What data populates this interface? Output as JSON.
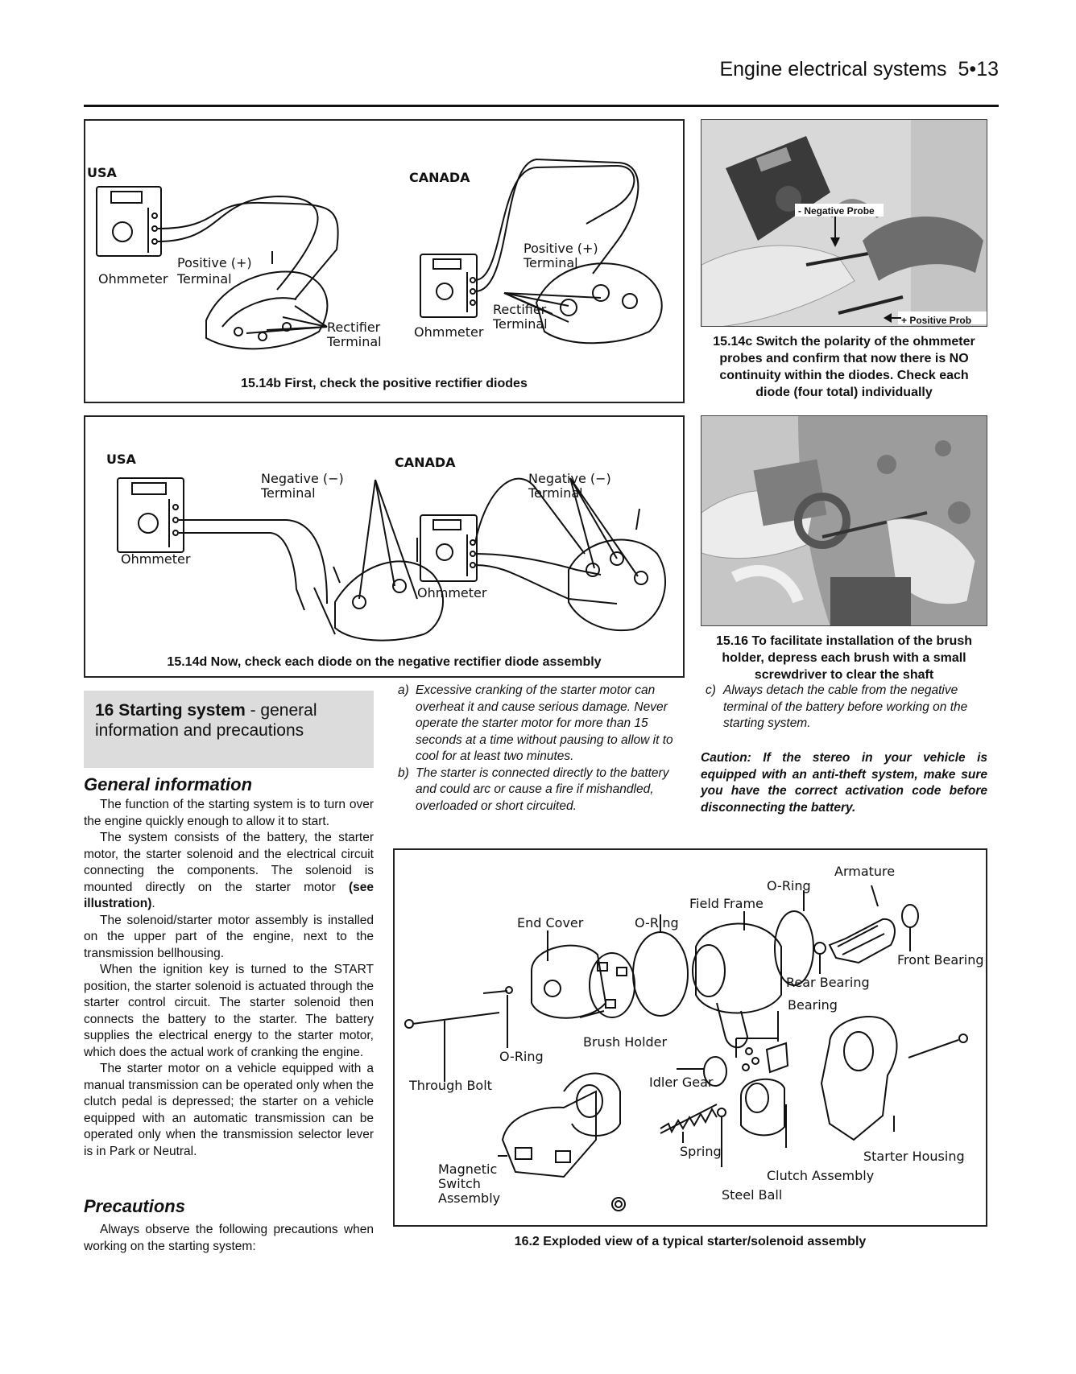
{
  "header": {
    "title": "Engine electrical systems",
    "page": "5•13"
  },
  "fig_15_14b": {
    "caption": "15.14b First, check the positive rectifier diodes",
    "usa": "USA",
    "canada": "CANADA",
    "ohmmeter": "Ohmmeter",
    "positive_1": "Positive (+)",
    "terminal": "Terminal",
    "rectifier": "Rectifier",
    "positive_2": "Positive (+)"
  },
  "fig_15_14c": {
    "caption": "15.14c Switch the polarity of the ohmmeter probes and confirm that now there is NO continuity within the diodes. Check each diode (four total) individually",
    "neg_probe": "- Negative Probe",
    "pos_probe": "+ Positive Prob"
  },
  "fig_15_14d": {
    "caption": "15.14d Now, check each diode on the negative rectifier diode assembly",
    "usa": "USA",
    "canada": "CANADA",
    "ohmmeter": "Ohmmeter",
    "negative": "Negative (−)",
    "terminal": "Terminal"
  },
  "fig_15_16": {
    "caption": "15.16 To facilitate installation of the brush holder, depress each brush with a small screwdriver to clear the shaft"
  },
  "section16": {
    "number": "16",
    "title_bold": "Starting system",
    "title_rest": " - general information and precautions",
    "general_heading": "General information",
    "paragraphs": [
      "The function of the starting system is to turn over the engine quickly enough to allow it to start.",
      "The system consists of the battery, the starter motor, the starter solenoid and the electrical circuit connecting the components. The solenoid is mounted directly on the starter motor ",
      "The solenoid/starter motor assembly is installed on the upper part of the engine, next to the transmission bellhousing.",
      "When the ignition key is turned to the START position, the starter solenoid is actuated through the starter control circuit. The starter solenoid then connects the battery to the starter. The battery supplies the electrical energy to the starter motor, which does the actual work of cranking the engine.",
      "The starter motor on a vehicle equipped with a manual transmission can be operated only when the clutch pedal is depressed; the starter on a vehicle equipped with an automatic transmission can be operated only when the transmission selector lever is in Park or Neutral."
    ],
    "see_illustration": "(see illustration)",
    "see_suffix": ".",
    "precautions_heading": "Precautions",
    "precautions_intro": "Always observe the following precautions when working on the starting system:",
    "list": [
      {
        "label": "a)",
        "text": "Excessive cranking of the starter motor can overheat it and cause serious damage. Never operate the starter motor for more than 15 seconds at a time without pausing to allow it to cool for at least two minutes."
      },
      {
        "label": "b)",
        "text": "The starter is connected directly to the battery and could arc or cause a fire if mishandled, overloaded or short circuited."
      },
      {
        "label": "c)",
        "text": "Always detach the cable from the negative terminal of the battery before working on the starting system."
      }
    ],
    "caution": "Caution: If the stereo in your vehicle is equipped with an anti-theft system, make sure you have the correct activation code before disconnecting the battery."
  },
  "fig_16_2": {
    "caption": "16.2 Exploded view of a typical starter/solenoid assembly",
    "labels": {
      "o_ring_top": "O-Ring",
      "armature": "Armature",
      "field_frame": "Field Frame",
      "o_ring_mid": "O-Ring",
      "end_cover": "End Cover",
      "front_bearing": "Front Bearing",
      "rear_bearing": "Rear Bearing",
      "bearing": "Bearing",
      "brush_holder": "Brush Holder",
      "o_ring_low": "O-Ring",
      "through_bolt": "Through Bolt",
      "idler_gear": "Idler Gear",
      "magnetic": "Magnetic",
      "switch": "Switch",
      "assembly": "Assembly",
      "spring": "Spring",
      "steel_ball": "Steel Ball",
      "clutch_assembly": "Clutch Assembly",
      "starter_housing": "Starter Housing"
    }
  }
}
